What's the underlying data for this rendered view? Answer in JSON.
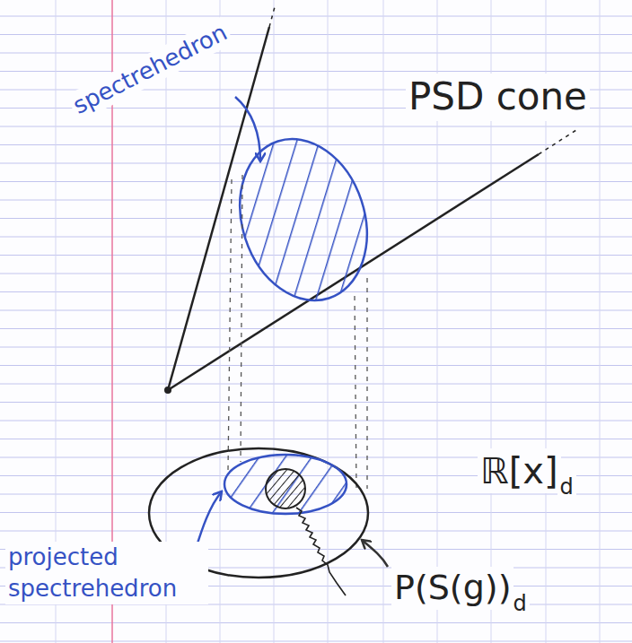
{
  "diagram": {
    "labels": [
      "spectrehedron",
      "PSD cone",
      "ℝ[x]",
      "d",
      "projected spectrehedron",
      "P(S(g))",
      "d"
    ]
  }
}
